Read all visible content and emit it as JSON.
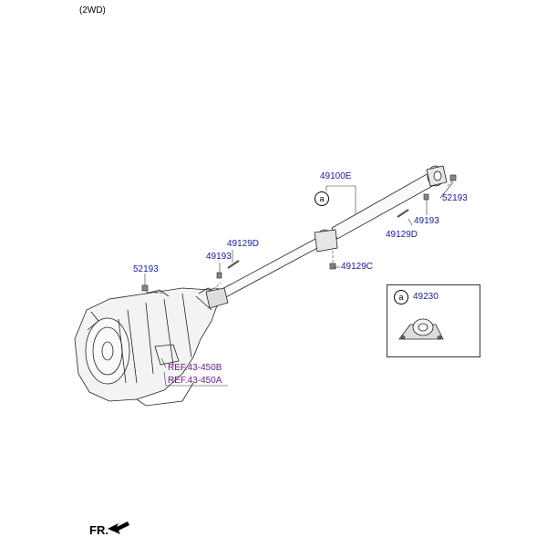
{
  "variant_label": "(2WD)",
  "labels": {
    "shaft_assy": "49100E",
    "bolt_right_top": "52193",
    "nut_right": "49193",
    "bolt_right_d": "49129D",
    "bolt_center_c": "49129C",
    "bolt_left_d": "49129D",
    "nut_left": "49193",
    "bolt_left": "52193",
    "bearing": "49230"
  },
  "callouts": {
    "main": "a",
    "inset": "a"
  },
  "refs": [
    "REF.43-450B",
    "REF.43-450A"
  ],
  "direction_label": "FR.",
  "colors": {
    "part_number": "#1a1aa0",
    "reference": "#6a1e8a",
    "line": "#000000"
  }
}
